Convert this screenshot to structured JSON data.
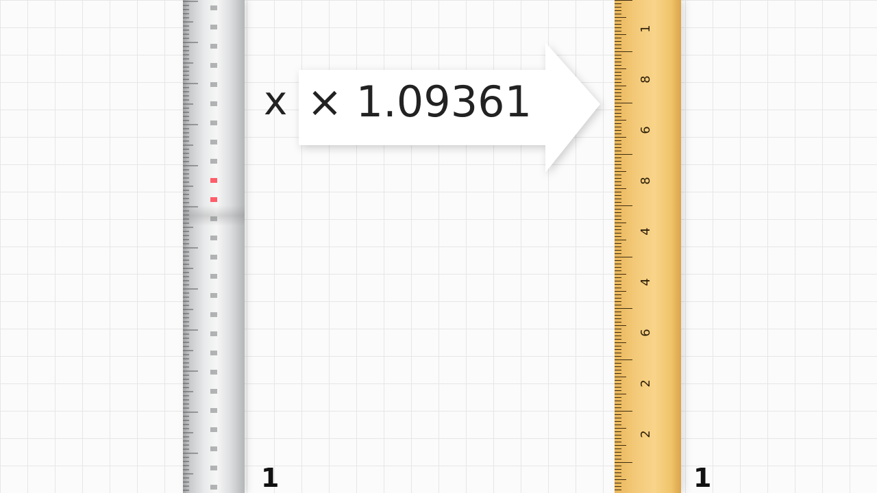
{
  "conversion": {
    "variable": "x",
    "multiplier_text": "× 1.09361"
  },
  "left_ruler": {
    "name": "metal-ruler",
    "bottom_label": "1"
  },
  "right_ruler": {
    "name": "yellow-ruler",
    "bottom_label": "1",
    "numbers": [
      "1",
      "8",
      "6",
      "8",
      "4",
      "4",
      "6",
      "2",
      "2"
    ]
  },
  "colors": {
    "metal": "#d8dadc",
    "wood": "#f3c978",
    "highlight": "#ff4d5a"
  }
}
